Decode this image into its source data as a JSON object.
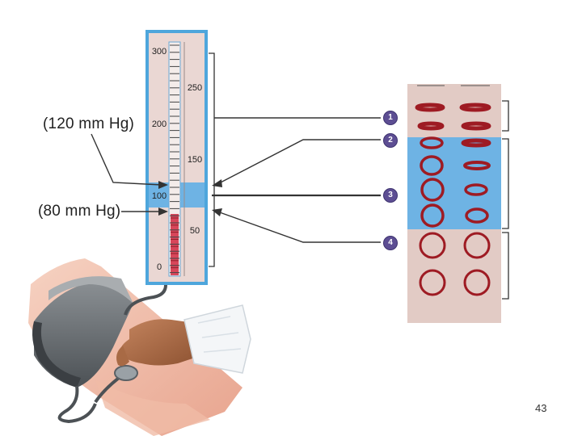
{
  "gauge": {
    "left_scale": [
      "300",
      "200",
      "100",
      "0"
    ],
    "right_scale": [
      "250",
      "150",
      "50"
    ]
  },
  "labels": {
    "systolic": "(120 mm Hg)",
    "diastolic": "(80 mm Hg)"
  },
  "markers": [
    "1",
    "2",
    "3",
    "4"
  ],
  "page_number": "43",
  "colors": {
    "gauge_frame": "#4ea6dc",
    "gauge_body": "#ead7d3",
    "highlight_band": "#6eb3e4",
    "mercury": "#d8465a",
    "marker": "#5d4e93",
    "vessel": "#9e1b23",
    "panel": "#e2cbc5"
  }
}
